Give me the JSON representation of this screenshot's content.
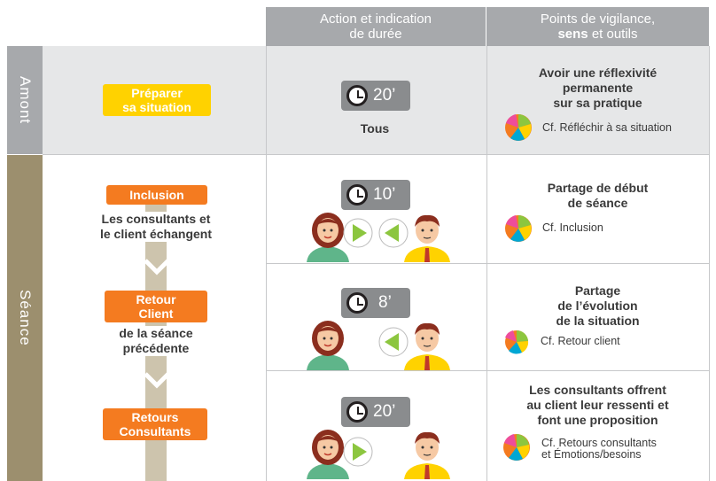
{
  "header": {
    "col1_line1": "Action et indication",
    "col1_line2": "de durée",
    "col2_line1": "Points de vigilance,",
    "col2_bold": "sens",
    "col2_rest": " et outils"
  },
  "sections": {
    "amont": "Amont",
    "seance": "Séance"
  },
  "rows": [
    {
      "step_tag": "Préparer\nsa situation",
      "step_tag_line1": "Préparer",
      "step_tag_line2": "sa situation",
      "timer": "20’",
      "who": "Tous",
      "vigilance_line1": "Avoir une réflexivité",
      "vigilance_line2": "permanente",
      "vigilance_line3": "sur sa pratique",
      "tool": "Cf. Réfléchir à sa situation"
    },
    {
      "step_tag": "Inclusion",
      "step_desc_line1": "Les consultants et",
      "step_desc_line2": "le client échangent",
      "timer": "10’",
      "vigilance_line1": "Partage de début",
      "vigilance_line2": "de séance",
      "tool": "Cf. Inclusion"
    },
    {
      "step_tag_line1": "Retour",
      "step_tag_line2": "Client",
      "step_desc_line1": "de la séance",
      "step_desc_line2": "précédente",
      "timer": "8’",
      "vigilance_line1": "Partage",
      "vigilance_line2": "de l’évolution",
      "vigilance_line3": "de la situation",
      "tool": "Cf. Retour client"
    },
    {
      "step_tag_line1": "Retours",
      "step_tag_line2": "Consultants",
      "timer": "20’",
      "vigilance_line1": "Les consultants offrent",
      "vigilance_line2": "au client leur ressenti et",
      "vigilance_line3": "font une proposition",
      "tool_line1": "Cf. Retours consultants",
      "tool_line2": "et Émotions/besoins"
    }
  ],
  "colors": {
    "header_gray": "#a7a9ac",
    "amont_band": "#a7a9ac",
    "seance_band": "#9c8f6e",
    "row_light": "#e6e7e8",
    "orange": "#f47b20",
    "yellow": "#ffd200",
    "arrow_green": "#8cc63f",
    "timeline_beige": "#cdc4ad"
  }
}
